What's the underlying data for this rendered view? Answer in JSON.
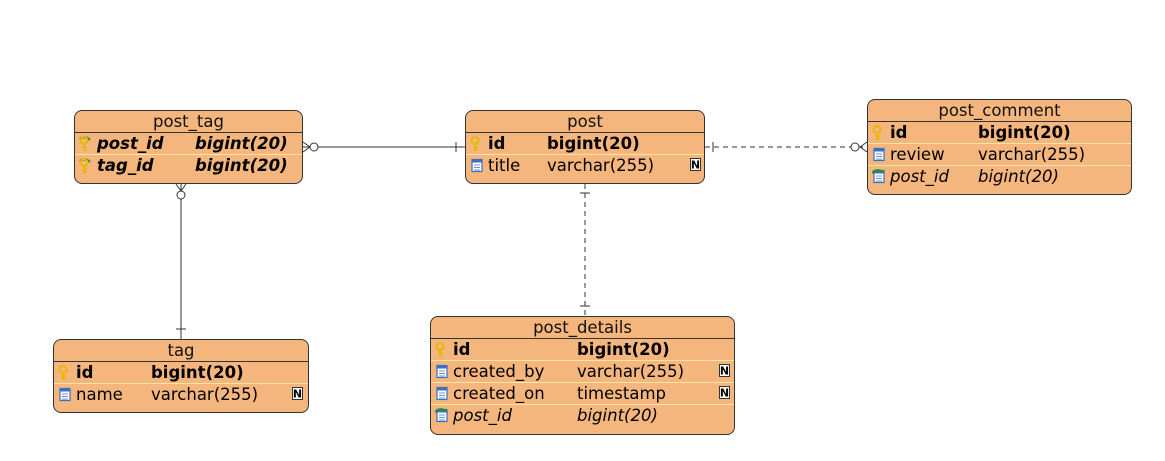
{
  "entities": {
    "post_tag": {
      "title": "post_tag",
      "columns": [
        {
          "name": "post_id",
          "type": "bigint(20)",
          "key": "pk-fk"
        },
        {
          "name": "tag_id",
          "type": "bigint(20)",
          "key": "pk-fk"
        }
      ]
    },
    "post": {
      "title": "post",
      "columns": [
        {
          "name": "id",
          "type": "bigint(20)",
          "key": "pk"
        },
        {
          "name": "title",
          "type": "varchar(255)",
          "key": "none",
          "nullable": true
        }
      ]
    },
    "post_comment": {
      "title": "post_comment",
      "columns": [
        {
          "name": "id",
          "type": "bigint(20)",
          "key": "pk"
        },
        {
          "name": "review",
          "type": "varchar(255)",
          "key": "none"
        },
        {
          "name": "post_id",
          "type": "bigint(20)",
          "key": "fk"
        }
      ]
    },
    "tag": {
      "title": "tag",
      "columns": [
        {
          "name": "id",
          "type": "bigint(20)",
          "key": "pk"
        },
        {
          "name": "name",
          "type": "varchar(255)",
          "key": "none",
          "nullable": true
        }
      ]
    },
    "post_details": {
      "title": "post_details",
      "columns": [
        {
          "name": "id",
          "type": "bigint(20)",
          "key": "pk"
        },
        {
          "name": "created_by",
          "type": "varchar(255)",
          "key": "none",
          "nullable": true
        },
        {
          "name": "created_on",
          "type": "timestamp",
          "key": "none",
          "nullable": true
        },
        {
          "name": "post_id",
          "type": "bigint(20)",
          "key": "fk"
        }
      ]
    }
  },
  "null_flag_letter": "N",
  "relationships": [
    {
      "from": "post_tag",
      "to": "post",
      "style": "solid",
      "from_end": "zero-or-many",
      "to_end": "one"
    },
    {
      "from": "post_tag",
      "to": "tag",
      "style": "solid",
      "from_end": "zero-or-many",
      "to_end": "one"
    },
    {
      "from": "post",
      "to": "post_comment",
      "style": "dashed",
      "from_end": "one",
      "to_end": "zero-or-many"
    },
    {
      "from": "post",
      "to": "post_details",
      "style": "dashed",
      "from_end": "one",
      "to_end": "one"
    }
  ],
  "colors": {
    "entity_fill": "#f4b67c",
    "border": "#333333",
    "row_separator": "#f7e7a0",
    "key_gold": "#e8b800",
    "fk_green": "#2e8b2e",
    "column_icon_blue": "#3a6fc4"
  },
  "icons": {
    "pk": "primary-key-icon",
    "pk-fk": "primary-foreign-key-icon",
    "fk": "foreign-key-icon",
    "none": "column-icon",
    "nullable": "nullable-flag-icon"
  }
}
